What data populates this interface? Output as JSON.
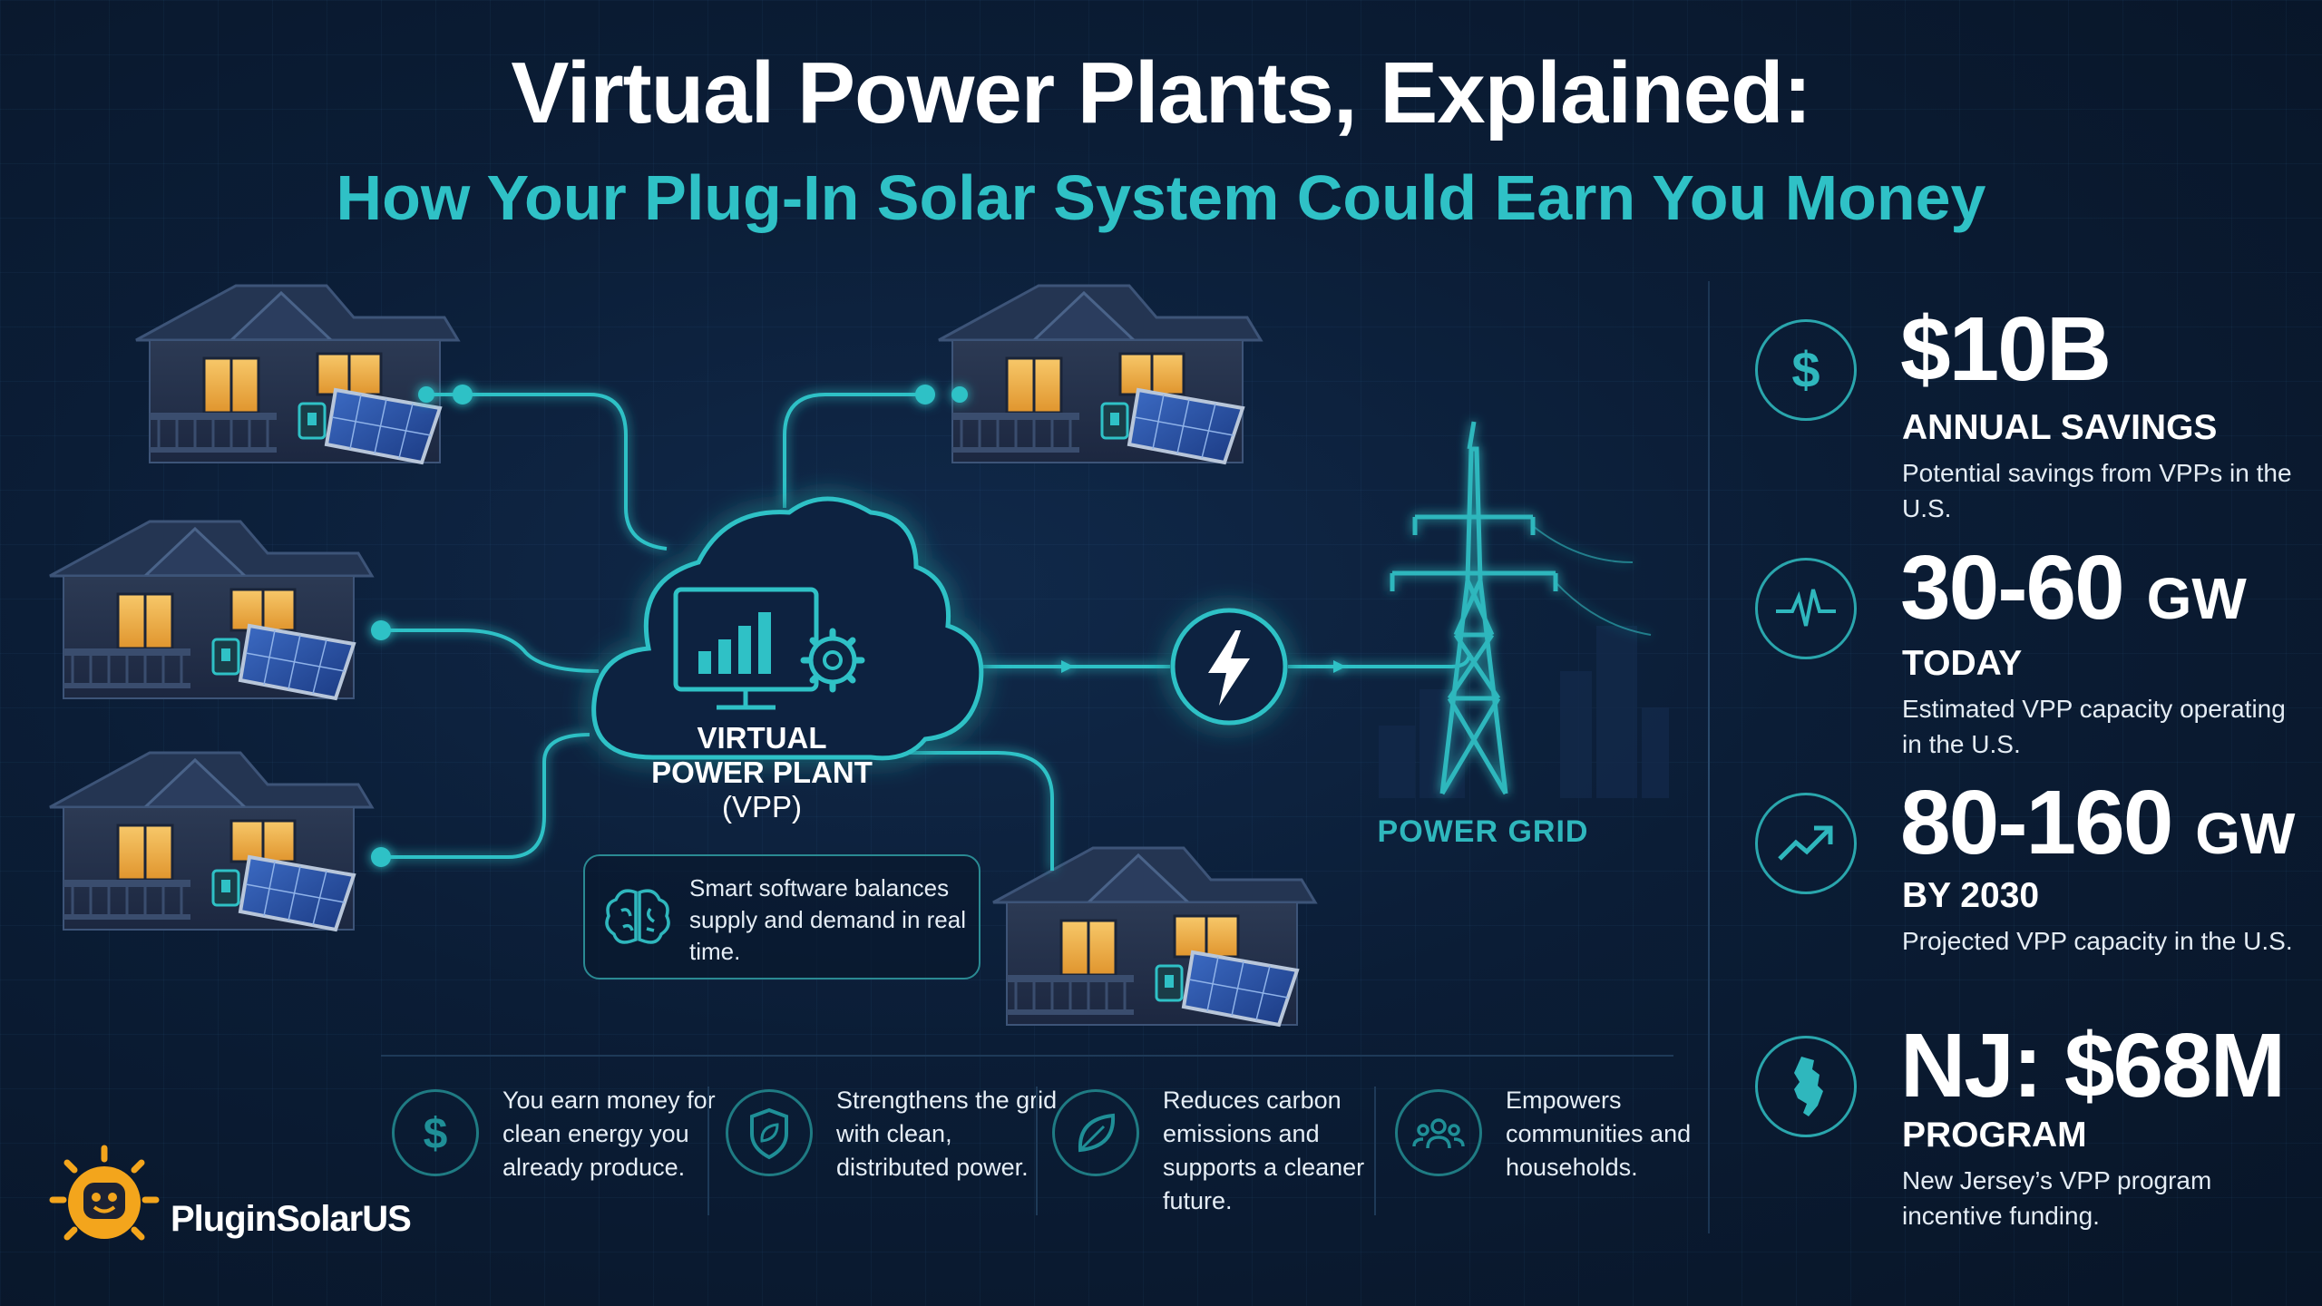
{
  "header": {
    "title": "Virtual Power Plants, Explained:",
    "subtitle": "How Your Plug-In Solar System Could Earn You Money"
  },
  "diagram": {
    "vpp_title_line1": "VIRTUAL",
    "vpp_title_line2": "POWER PLANT",
    "vpp_abbr": "(VPP)",
    "smart_text": "Smart software balances supply and demand in real time.",
    "grid_label": "POWER GRID"
  },
  "stats": [
    {
      "icon": "dollar-icon",
      "value": "$10B",
      "unit": "",
      "label": "ANNUAL SAVINGS",
      "desc": "Potential savings from VPPs in the U.S."
    },
    {
      "icon": "pulse-icon",
      "value": "30-60",
      "unit": "GW",
      "label": "TODAY",
      "desc": "Estimated VPP capacity operating in the U.S."
    },
    {
      "icon": "trend-up-icon",
      "value": "80-160",
      "unit": "GW",
      "label": "BY 2030",
      "desc": "Projected VPP capacity in the U.S."
    },
    {
      "icon": "new-jersey-icon",
      "value": "NJ: $68M",
      "unit": "",
      "label": "PROGRAM",
      "desc": "New Jersey’s VPP program incentive funding."
    }
  ],
  "benefits": [
    {
      "icon": "dollar-icon",
      "text": "You earn money for clean energy you already produce."
    },
    {
      "icon": "shield-leaf-icon",
      "text": "Strengthens the grid with clean, distributed power."
    },
    {
      "icon": "leaf-icon",
      "text": "Reduces carbon emissions and supports a cleaner future."
    },
    {
      "icon": "community-icon",
      "text": "Empowers communities and households."
    }
  ],
  "brand": {
    "name": "PluginSolarUS"
  },
  "colors": {
    "accent": "#2fc1c6",
    "background": "#0b1d36",
    "window_glow": "#f2b54a",
    "sun": "#f3a51c"
  }
}
